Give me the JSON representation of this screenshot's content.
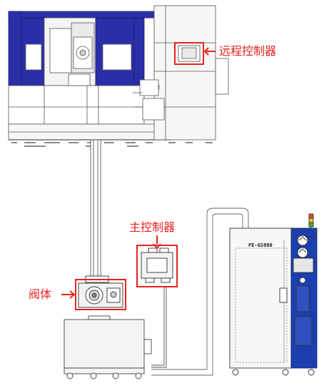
{
  "labels": {
    "remote_controller": "远程控制器",
    "main_controller": "主控制器",
    "valve_body": "阀体"
  },
  "cabinet": {
    "model": "PE-GS800"
  },
  "colors": {
    "callout_red": "#e8231f",
    "panel_blue": "#2a2fa8",
    "cabinet_blue": "#1c3fb0",
    "line_gray": "#555555"
  }
}
